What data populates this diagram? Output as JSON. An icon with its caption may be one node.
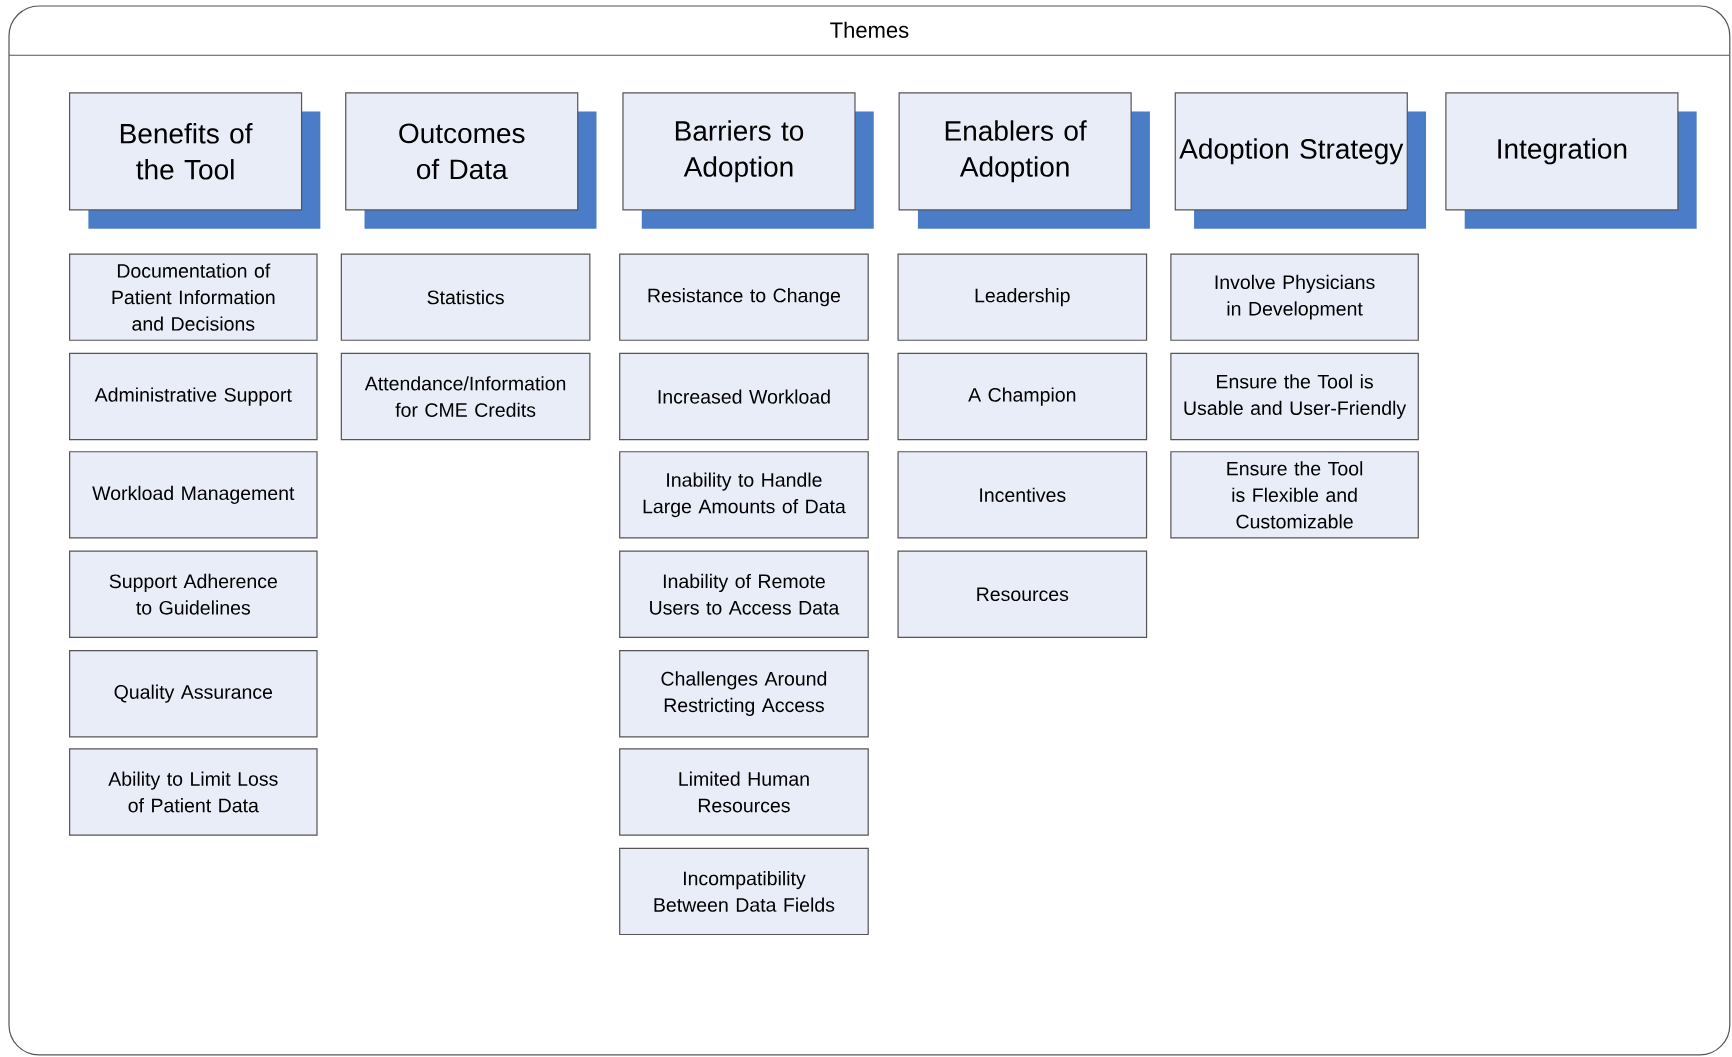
{
  "diagram": {
    "nodes": [
      {
        "text": [
          "Themes"
        ]
      },
      {
        "text": [
          "Benefits of the Tool"
        ],
        "in": 0
      },
      {
        "text": [
          "Documentation of Patient Information and Decisions"
        ],
        "in": 0
      },
      {
        "text": [
          "Administrative Support"
        ],
        "in": 0
      },
      {
        "text": [
          "Workload Management"
        ],
        "in": 0
      },
      {
        "text": [
          "Support Adherence to Guidelines"
        ],
        "in": 0
      },
      {
        "text": [
          "Quality Assurance"
        ],
        "in": 0
      },
      {
        "text": [
          "Ability to Limit Loss of Patient Data"
        ],
        "in": 0
      },
      {
        "text": [
          "Outcomes of Data"
        ],
        "in": 0
      },
      {
        "text": [
          "Statistics"
        ],
        "in": 0
      },
      {
        "text": [
          "Attendance/Information for CME Credits"
        ],
        "in": 0
      },
      {
        "text": [
          "Barriers to Adoption"
        ],
        "in": 0
      },
      {
        "text": [
          "Resistance to Change"
        ],
        "in": 0
      },
      {
        "text": [
          "Increased Workload"
        ],
        "in": 0
      },
      {
        "text": [
          "Inability to Handle Large Amounts of Data"
        ],
        "in": 0
      },
      {
        "text": [
          "Inability of Remote Users to Access Data"
        ],
        "in": 0
      },
      {
        "text": [
          "Challenges Around Restricting Access"
        ],
        "in": 0
      },
      {
        "text": [
          "Limited Human Resources"
        ],
        "in": 0
      },
      {
        "text": [
          "Incompatibility Between Data Fields"
        ],
        "in": 0
      },
      {
        "text": [
          "Enablers of Adoption"
        ],
        "in": 0
      },
      {
        "text": [
          "Leadership"
        ],
        "in": 0
      },
      {
        "text": [
          "A Champion"
        ],
        "in": 0
      },
      {
        "text": [
          "Incentives"
        ],
        "in": 0
      },
      {
        "text": [
          "Resources"
        ],
        "in": 0
      },
      {
        "text": [
          "Adoption Strategy"
        ],
        "in": 0
      },
      {
        "text": [
          "Involve Physicians in Development"
        ],
        "in": 0
      },
      {
        "text": [
          "Ensure the Tool is Usable and User-Friendly"
        ],
        "in": 0
      },
      {
        "text": [
          "Ensure the Tool is Flexible and Customizable"
        ],
        "in": 0
      },
      {
        "text": [
          "Integration"
        ],
        "in": 0
      }
    ]
  }
}
